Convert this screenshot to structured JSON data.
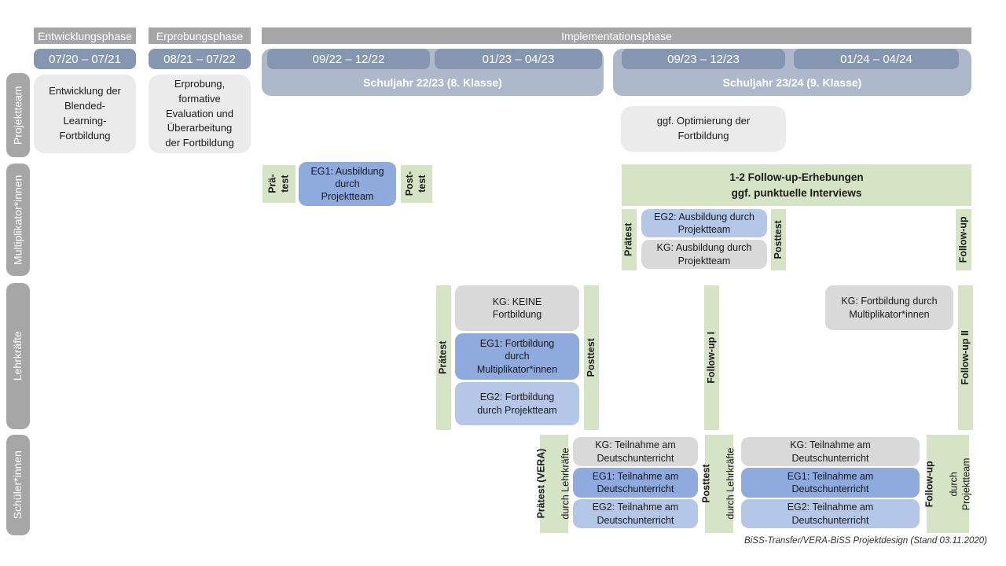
{
  "colors": {
    "phase_bar": "#A6A6A6",
    "row_label": "#A6A6A6",
    "date_box": "#8496B0",
    "year_container": "#ADB9CA",
    "task_light": "#EBEBEB",
    "green": "#D6E4C6",
    "blue_eg1": "#8FAADC",
    "blue_eg2": "#B4C7E7",
    "gray_kg": "#D9D9D9"
  },
  "header": {
    "phase1": "Entwicklungsphase",
    "phase2": "Erprobungsphase",
    "phase3": "Implementationsphase",
    "period1": "07/20 – 07/21",
    "period2": "08/21 – 07/22",
    "period3": "09/22 – 12/22",
    "period4": "01/23 – 04/23",
    "period5": "09/23 – 12/23",
    "period6": "01/24 – 04/24",
    "year1": "Schuljahr 22/23 (8. Klasse)",
    "year2": "Schuljahr 23/24 (9. Klasse)"
  },
  "rows": {
    "r1": "Projektteam",
    "r2": "Multiplikator*innen",
    "r3": "Lehrkräfte",
    "r4": "Schüler*innen"
  },
  "projektteam": {
    "entwicklung": "Entwicklung der\nBlended-\nLearning-\nFortbildung",
    "erprobung": "Erprobung,\nformative\nEvaluation und\nÜberarbeitung\nder Fortbildung",
    "optimierung": "ggf. Optimierung der\nFortbildung"
  },
  "multiplikatoren": {
    "praetest_small": "Prä-\ntest",
    "eg1": "EG1: Ausbildung\ndurch\nProjektteam",
    "posttest_small": "Post-\ntest",
    "followup_box": "1-2 Follow-up-Erhebungen\nggf. punktuelle Interviews",
    "praetest": "Prätest",
    "eg2": "EG2: Ausbildung durch\nProjektteam",
    "kg": "KG: Ausbildung durch\nProjektteam",
    "posttest": "Posttest",
    "followup": "Follow-up"
  },
  "lehrkraefte": {
    "praetest": "Prätest",
    "kg1": "KG: KEINE\nFortbildung",
    "eg1": "EG1: Fortbildung\ndurch\nMultiplikator*innen",
    "eg2": "EG2: Fortbildung\ndurch Projektteam",
    "posttest": "Posttest",
    "followup1": "Follow-up I",
    "kg2": "KG: Fortbildung durch\nMultiplikator*innen",
    "followup2": "Follow-up II"
  },
  "schueler": {
    "praetest_bold": "Prätest (VERA)",
    "praetest_rest": "durch Lehrkräfte",
    "kg": "KG: Teilnahme am\nDeutschunterricht",
    "eg1": "EG1: Teilnahme am\nDeutschunterricht",
    "eg2": "EG2: Teilnahme am\nDeutschunterricht",
    "posttest_bold": "Posttest",
    "posttest_rest": "durch Lehrkräfte",
    "followup_bold": "Follow-up",
    "followup_rest": "durch\nProjektteam"
  },
  "caption": "BiSS-Transfer/VERA-BiSS Projektdesign (Stand 03.11.2020)"
}
